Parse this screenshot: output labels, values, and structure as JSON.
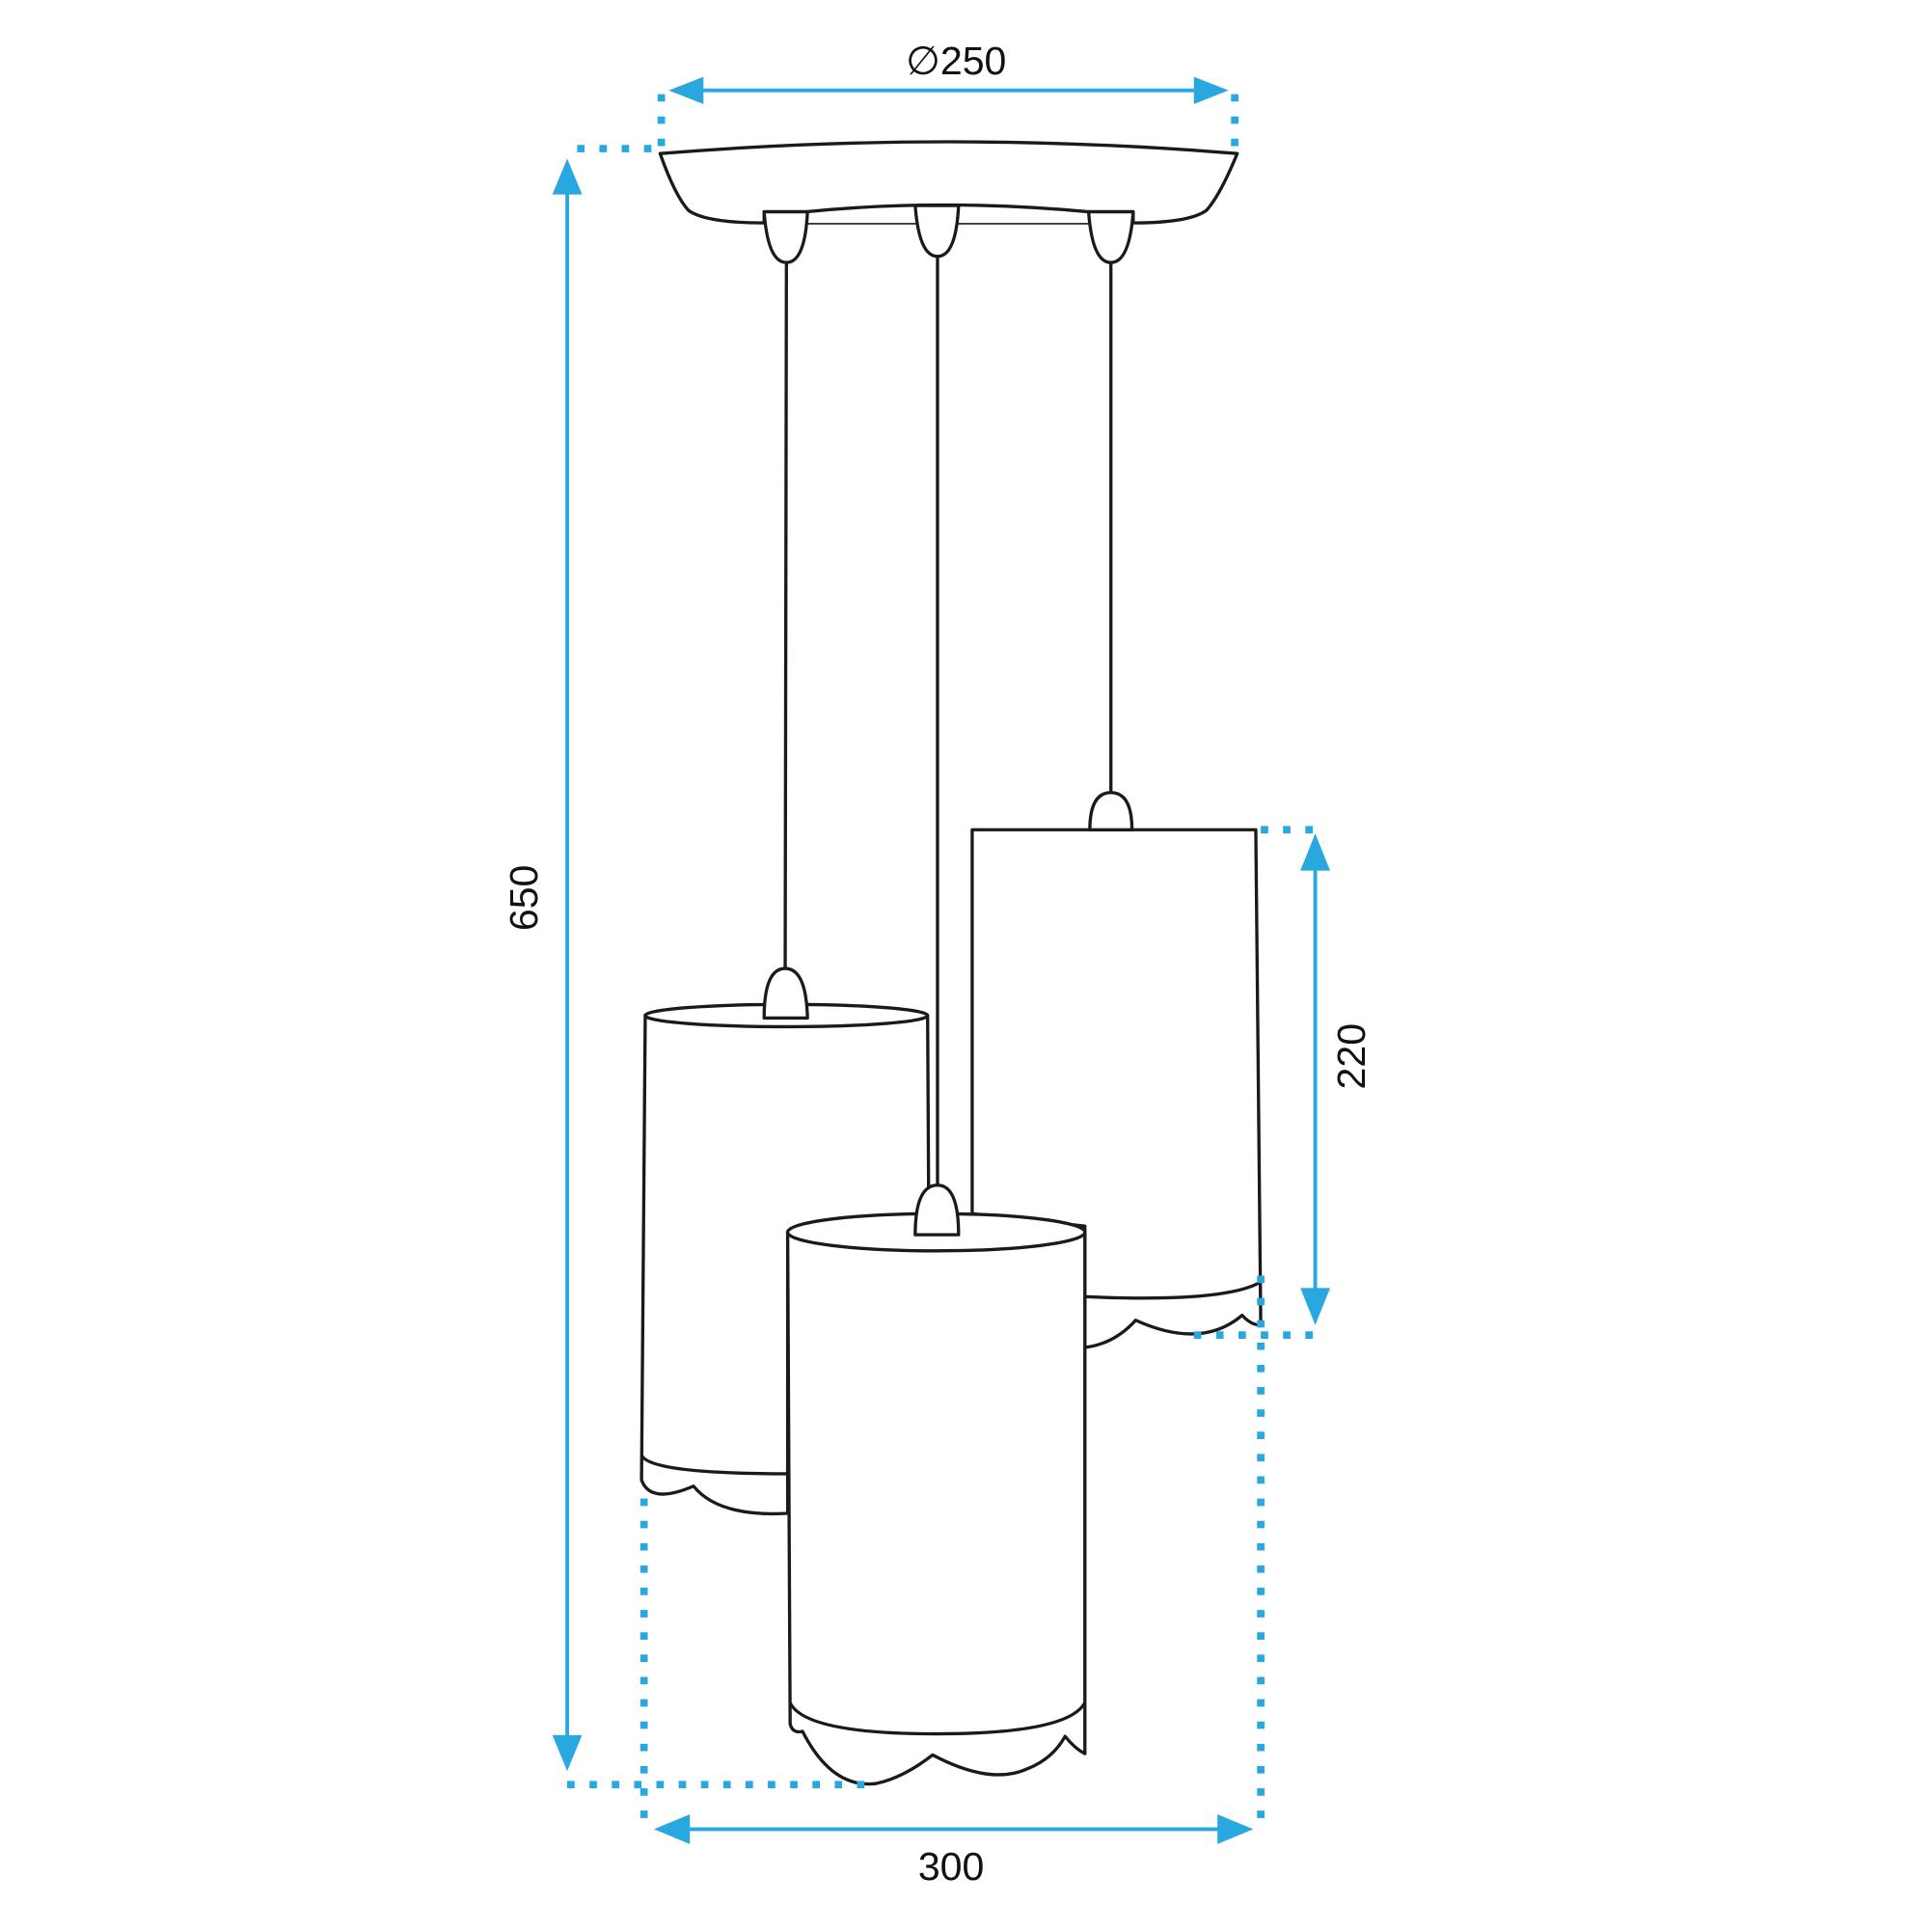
{
  "diagram": {
    "subject": "three-pendant-lamp",
    "dimensions": {
      "canopy_diameter": "∅250",
      "total_height": "650",
      "shade_height": "220",
      "total_width": "300"
    },
    "colors": {
      "dimension": "#29a8e0",
      "outline": "#1a1a1a"
    }
  }
}
